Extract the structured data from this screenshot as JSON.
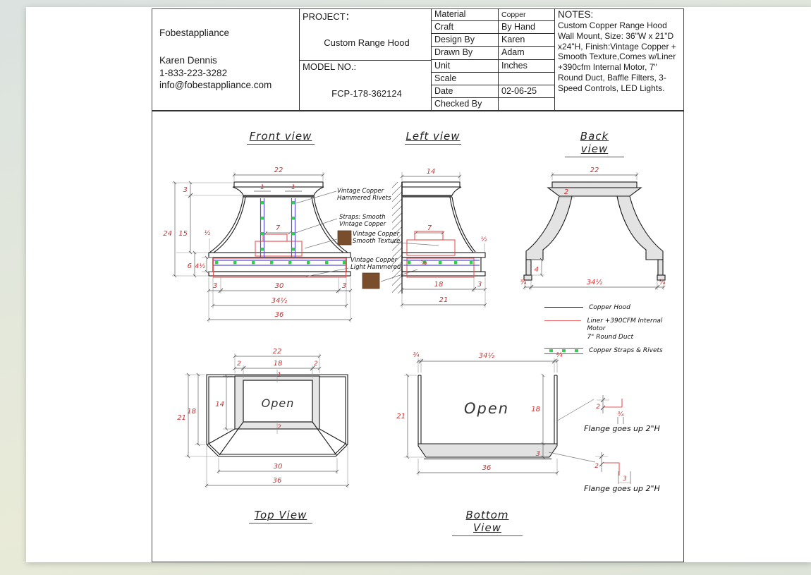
{
  "colors": {
    "dim_red": "#c83232",
    "liner_red": "#e85555",
    "strap_blue": "#5a4fd8",
    "rivet_green": "#2fd24a",
    "copper_brown": "#7a4e2c",
    "silhouette_gray": "#e3e3e3"
  },
  "title_block": {
    "company": "Fobestappliance",
    "contact_name": "Karen Dennis",
    "phone": "1-833-223-3282",
    "email": "info@fobestappliance.com",
    "project_label": "PROJECT：",
    "project_name": "Custom Range Hood",
    "model_label": "MODEL NO.:",
    "model_number": "FCP-178-362124",
    "fields": [
      {
        "label": "Material",
        "value": "Copper"
      },
      {
        "label": "Craft",
        "value": "By Hand"
      },
      {
        "label": "Design By",
        "value": "Karen"
      },
      {
        "label": "Drawn By",
        "value": "Adam"
      },
      {
        "label": "Unit",
        "value": "Inches"
      },
      {
        "label": "Scale",
        "value": ""
      },
      {
        "label": "Date",
        "value": "02-06-25"
      },
      {
        "label": "Checked By",
        "value": ""
      }
    ],
    "notes_label": "NOTES:",
    "notes": "Custom Copper Range Hood Wall Mount, Size: 36\"W x 21\"D x24\"H, Finish:Vintage Copper + Smooth Texture,Comes w/Liner +390cfm Internal Motor, 7\" Round Duct, Baffle Filters, 3-Speed Controls, LED Lights."
  },
  "views": {
    "front": {
      "title": "Front view",
      "dims": {
        "top_width": "22",
        "crown_height": "3",
        "total_height": "24",
        "upper_height": "15",
        "lip": "½",
        "strap_width": "1",
        "duct_width": "7",
        "base_height": "6",
        "band_height": "4½",
        "margin_left": "3",
        "bottom_inner": "30",
        "margin_right": "3",
        "band_width": "34½",
        "total_width": "36"
      },
      "callouts": {
        "rivets": "Vintage Copper\nHammered Rivets",
        "straps": "Straps: Smooth\nVintage Copper",
        "smooth": "Vintage Copper\nSmooth Texture",
        "hammered": "Vintage Copper\nLight Hammered"
      }
    },
    "left": {
      "title": "Left view",
      "dims": {
        "top_depth": "14",
        "duct_depth": "7",
        "strap": "⅝",
        "lip": "½",
        "inner_depth": "18",
        "margin": "3",
        "total_depth": "21"
      }
    },
    "back": {
      "title": "Back view",
      "dims": {
        "top_width": "22",
        "crown": "2",
        "foot_height": "4",
        "foot_left": "¾",
        "band_width": "34½",
        "foot_right": "¾"
      }
    },
    "top": {
      "title": "Top View",
      "open_label": "Open",
      "dims": {
        "crown_width": "22",
        "side_left": "2",
        "opening_width": "18",
        "side_right": "2",
        "total_depth": "21",
        "inner_depth": "18",
        "opening_depth": "14",
        "front_band": "1",
        "back_band": "2",
        "bottom_inner": "30",
        "total_width": "36"
      }
    },
    "bottom": {
      "title": "Bottom View",
      "open_label": "Open",
      "dims": {
        "flange_left": "¾",
        "band_width": "34½",
        "flange_right": "¾",
        "total_depth": "21",
        "side_depth": "18",
        "band_depth": "3",
        "total_width": "36"
      }
    }
  },
  "legend": {
    "items": [
      {
        "label": "Copper Hood"
      },
      {
        "label": "Liner +390CFM Internal Motor\n7\" Round Duct"
      },
      {
        "label": "Copper Straps & Rivets"
      }
    ]
  },
  "flange_details": [
    {
      "dim_height": "2",
      "dim_width": "¾",
      "label": "Flange goes up 2\"H"
    },
    {
      "dim_height": "2",
      "dim_width": "3",
      "label": "Flange goes up 2\"H"
    }
  ]
}
